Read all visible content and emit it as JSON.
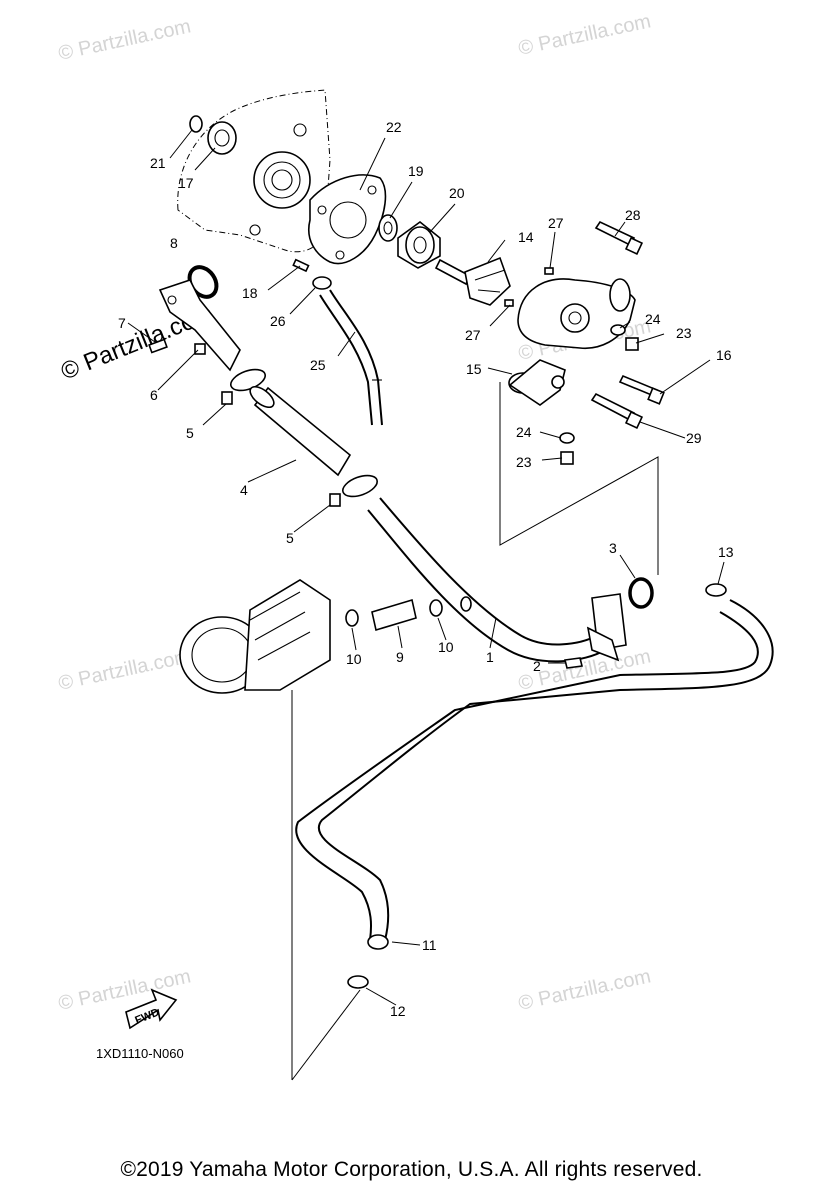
{
  "diagram": {
    "part_labels": {
      "p1": "1",
      "p2": "2",
      "p3": "3",
      "p4": "4",
      "p5a": "5",
      "p5b": "5",
      "p6": "6",
      "p7": "7",
      "p8": "8",
      "p9": "9",
      "p10a": "10",
      "p10b": "10",
      "p11": "11",
      "p12": "12",
      "p13": "13",
      "p14": "14",
      "p15": "15",
      "p16": "16",
      "p17": "17",
      "p18": "18",
      "p19": "19",
      "p20": "20",
      "p21": "21",
      "p22": "22",
      "p23a": "23",
      "p23b": "23",
      "p24a": "24",
      "p24b": "24",
      "p25": "25",
      "p26": "26",
      "p27a": "27",
      "p27b": "27",
      "p28": "28",
      "p29": "29"
    },
    "fwd_label": "FWD",
    "diagram_code": "1XD1110-N060"
  },
  "watermark": {
    "small": "© Partzilla.com",
    "big": "© Partzilla.com"
  },
  "footer": {
    "copyright": "©2019  Yamaha Motor Corporation, U.S.A. All rights reserved."
  }
}
